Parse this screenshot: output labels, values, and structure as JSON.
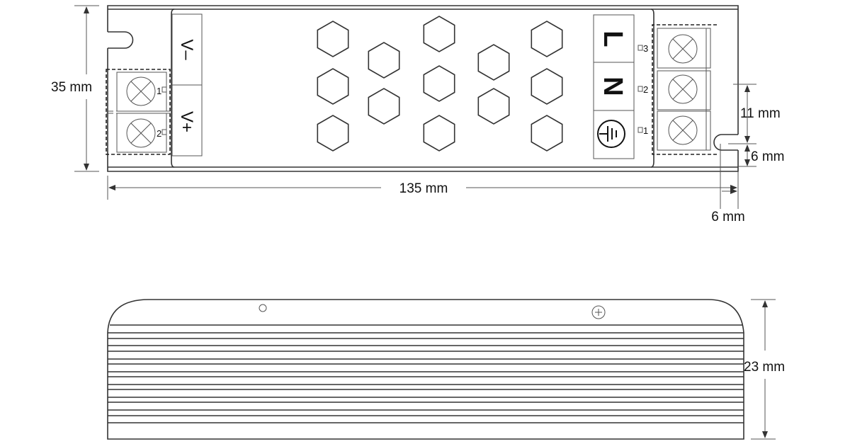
{
  "top_view": {
    "dc_labels": [
      "V–",
      "V+"
    ],
    "dc_terminal_numbers": [
      "1",
      "2"
    ],
    "ac_labels": [
      "L",
      "N"
    ],
    "ac_earth_icon": "earth-ground-icon",
    "ac_terminal_numbers": [
      "3",
      "2",
      "1"
    ]
  },
  "dimensions": {
    "height": "35 mm",
    "length": "135 mm",
    "notch_offset": "11 mm",
    "notch_height": "6 mm",
    "notch_depth": "6 mm",
    "side_height": "23 mm"
  }
}
